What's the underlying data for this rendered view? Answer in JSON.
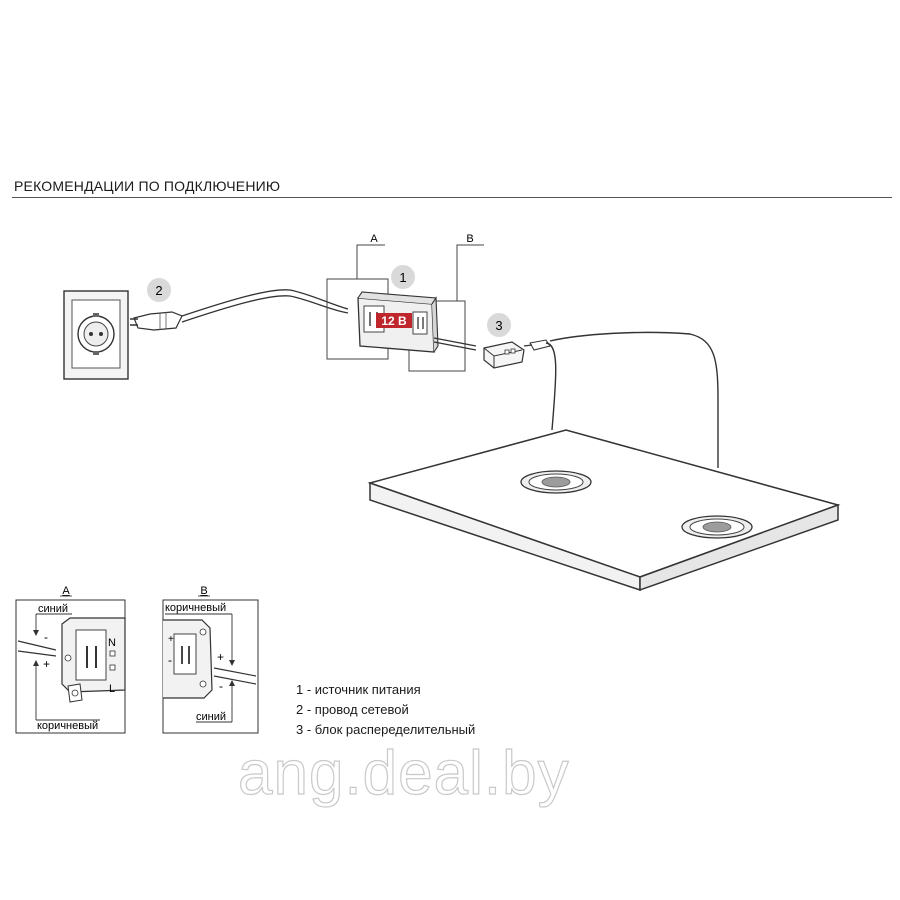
{
  "header": {
    "title": "РЕКОМЕНДАЦИИ ПО ПОДКЛЮЧЕНИЮ"
  },
  "callouts": {
    "a": "A",
    "b": "B",
    "n1": "1",
    "n2": "2",
    "n3": "3"
  },
  "voltage_label": "12 В",
  "detail_a": {
    "title": "А",
    "wire_blue": "синий",
    "wire_brown": "коричневый",
    "terminal_n": "N",
    "terminal_l": "L",
    "minus": "-",
    "plus": "+"
  },
  "detail_b": {
    "title": "В",
    "wire_brown": "коричневый",
    "wire_blue": "синий",
    "plus": "+",
    "minus": "-",
    "plus_terminal": "+",
    "minus_terminal": "-"
  },
  "legend": [
    "1 - источник питания",
    "2 - провод сетевой",
    "3 - блок распеределительный"
  ],
  "watermark": "ang.deal.by",
  "colors": {
    "accent_red": "#c0272d",
    "callout_gray": "#d9d9d9",
    "line": "#3a3a3a"
  }
}
